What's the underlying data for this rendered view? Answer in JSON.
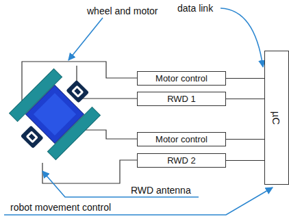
{
  "diagram": {
    "nodes": [
      {
        "text": [
          "Motor control"
        ]
      },
      {
        "text": [
          "RWD 1"
        ]
      },
      {
        "text": [
          "Motor control"
        ]
      },
      {
        "text": [
          "RWD 2"
        ]
      },
      {
        "text": [
          "µC"
        ]
      }
    ],
    "edges": [
      {
        "from": 0,
        "to": 4,
        "arrow": "none"
      },
      {
        "from": 1,
        "to": 4,
        "arrow": "none"
      },
      {
        "from": 2,
        "to": 4,
        "arrow": "none"
      },
      {
        "from": 3,
        "to": 4,
        "arrow": "none"
      }
    ],
    "labels": [
      "wheel and motor",
      "data link",
      "RWD antenna",
      "robot movement control"
    ]
  }
}
